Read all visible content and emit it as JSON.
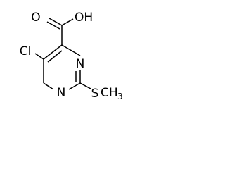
{
  "molecule": {
    "atoms": {
      "o_carbonyl": "O",
      "oh": "OH",
      "n3": "N",
      "n1": "N",
      "cl": "Cl",
      "s": "S",
      "ch3_c": "CH",
      "ch3_sub": "3"
    }
  }
}
